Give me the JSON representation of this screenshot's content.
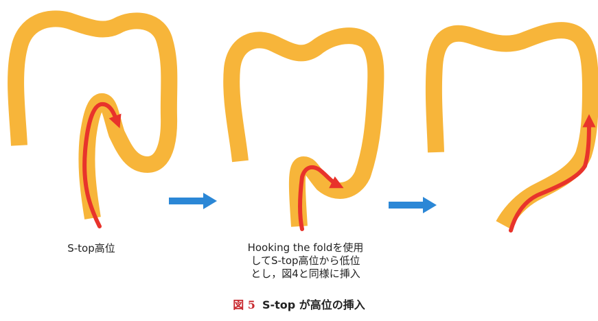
{
  "panels": [
    {
      "caption": "S-top高位"
    },
    {
      "caption_lines": [
        "Hooking the foldを使用",
        "してS-top高位から低位",
        "とし，図4と同様に挿入"
      ]
    },
    {
      "caption": ""
    }
  ],
  "figure": {
    "number": "図 5",
    "title": "S-top が高位の挿入"
  },
  "colors": {
    "colon": "#f7b53a",
    "scope_arrow": "#e8332b",
    "transition_arrow": "#2b87d6",
    "figure_number": "#c8282e"
  },
  "icons": {
    "scope_arrow": "red-arrow-icon",
    "transition_arrow": "blue-right-arrow-icon"
  }
}
